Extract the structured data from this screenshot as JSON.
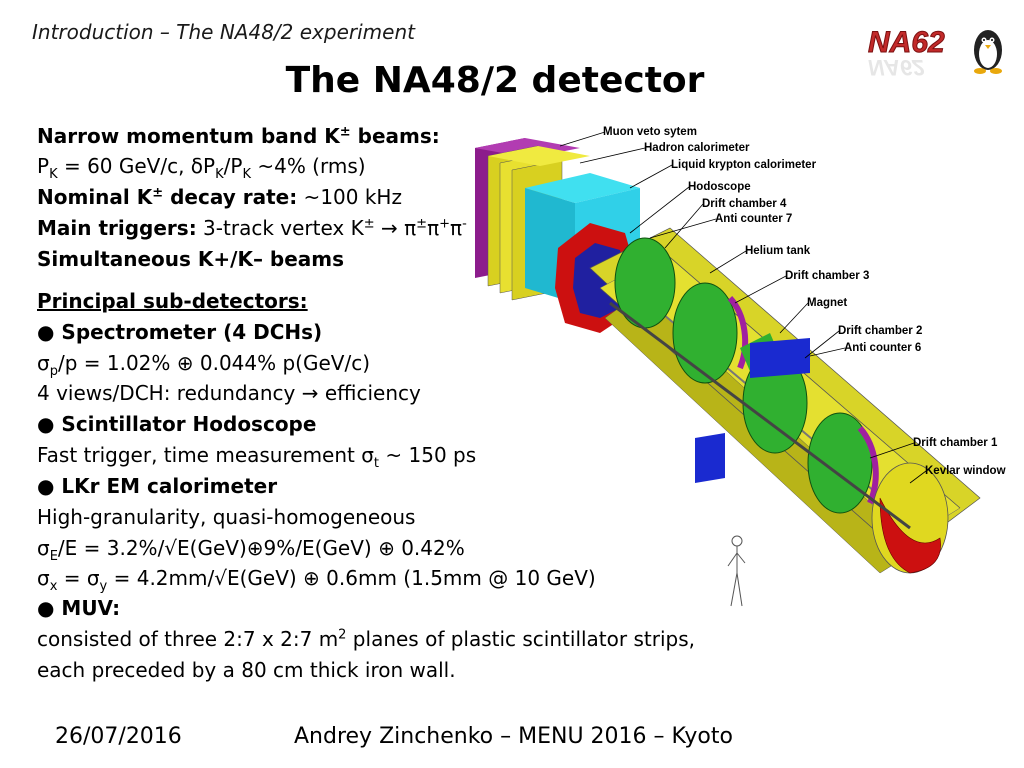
{
  "header": {
    "breadcrumb": "Introduction – The NA48/2 experiment",
    "title": "The NA48/2 detector",
    "logo_text": "NA62"
  },
  "beam_info": {
    "line1_bold": "Narrow momentum band K",
    "line1_sup": "±",
    "line1_tail": " beams:",
    "line2": {
      "a": "P",
      "sub1": "K",
      "b": " = 60 GeV/c, δP",
      "sub2": "K",
      "c": "/P",
      "sub3": "K",
      "d": " ~4% (rms)"
    },
    "line3": {
      "label": "Nominal K",
      "sup": "±",
      "label2": " decay rate:",
      "value": " ~100 kHz"
    },
    "line4": {
      "label": "Main triggers:",
      "a": " 3-track vertex K",
      "sup1": "±",
      "b": " → π",
      "sup2": "±",
      "c": "π",
      "sup3": "+",
      "d": "π",
      "sup4": "-"
    },
    "line5": "Simultaneous K+/K– beams"
  },
  "subdetectors": {
    "heading": "Principal sub-detectors:",
    "spectrometer_title": "● Spectrometer (4 DCHs)",
    "spectrometer_res": {
      "a": "σ",
      "sub1": "p",
      "b": "/p = 1.02%  ⊕  0.044% p(GeV/c)"
    },
    "spectrometer_views": "4 views/DCH: redundancy → efficiency",
    "hodoscope_title": "● Scintillator Hodoscope",
    "hodoscope_desc": {
      "a": "Fast trigger, time measurement σ",
      "sub1": "t",
      "b": " ~ 150 ps"
    },
    "lkr_title": "● LKr EM calorimeter",
    "lkr_desc": "High-granularity, quasi-homogeneous",
    "lkr_energy": {
      "a": "σ",
      "sub1": "E",
      "b": "/E = 3.2%/√E(GeV)⊕9%/E(GeV)  ⊕  0.42%"
    },
    "lkr_position": {
      "a": "σ",
      "sub1": "x",
      "b": " = σ",
      "sub2": "y",
      "c": " = 4.2mm/√E(GeV)  ⊕  0.6mm (1.5mm @ 10 GeV)"
    },
    "muv_title": "● MUV:",
    "muv_desc1": {
      "a": "consisted of three 2:7 x 2:7 m",
      "sup1": "2",
      "b": " planes of plastic scintillator strips,"
    },
    "muv_desc2": "each preceded by a 80 cm thick iron wall."
  },
  "diagram_labels": {
    "muon_veto": "Muon veto sytem",
    "hadron_cal": "Hadron calorimeter",
    "lkr_cal": "Liquid krypton calorimeter",
    "hodoscope": "Hodoscope",
    "dch4": "Drift chamber 4",
    "anti7": "Anti counter 7",
    "helium": "Helium tank",
    "dch3": "Drift chamber 3",
    "magnet": "Magnet",
    "dch2": "Drift chamber 2",
    "anti6": "Anti counter 6",
    "dch1": "Drift chamber 1",
    "kevlar": "Kevlar window"
  },
  "footer": {
    "date": "26/07/2016",
    "author": "Andrey Zinchenko – MENU 2016 – Kyoto"
  }
}
